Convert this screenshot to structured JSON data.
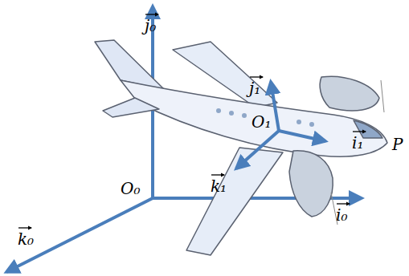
{
  "diagram": {
    "labels": [
      "j₀",
      "O₀",
      "i₀",
      "k₀",
      "j₁",
      "O₁",
      "i₁",
      "k₁",
      "P"
    ]
  }
}
